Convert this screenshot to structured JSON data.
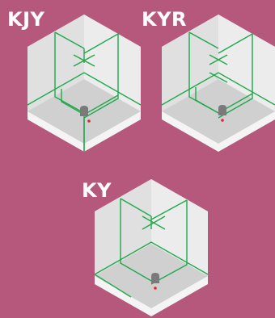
{
  "colors": {
    "background": "#b5587c",
    "laser_line": "#1fa84a",
    "laser_dot": "#e0262b",
    "cube_floor": "#d0d0d0",
    "cube_wall_left": "#e0e0e1",
    "cube_wall_right": "#ececed",
    "cube_front_edge": "#f4f4f4",
    "device": "#7a7a7a",
    "label": "#ffffff"
  },
  "icons": [
    "laser-level-device-icon",
    "laser-dot-icon"
  ],
  "models": [
    {
      "label": "KJY"
    },
    {
      "label": "KYR"
    },
    {
      "label": "KY"
    }
  ]
}
